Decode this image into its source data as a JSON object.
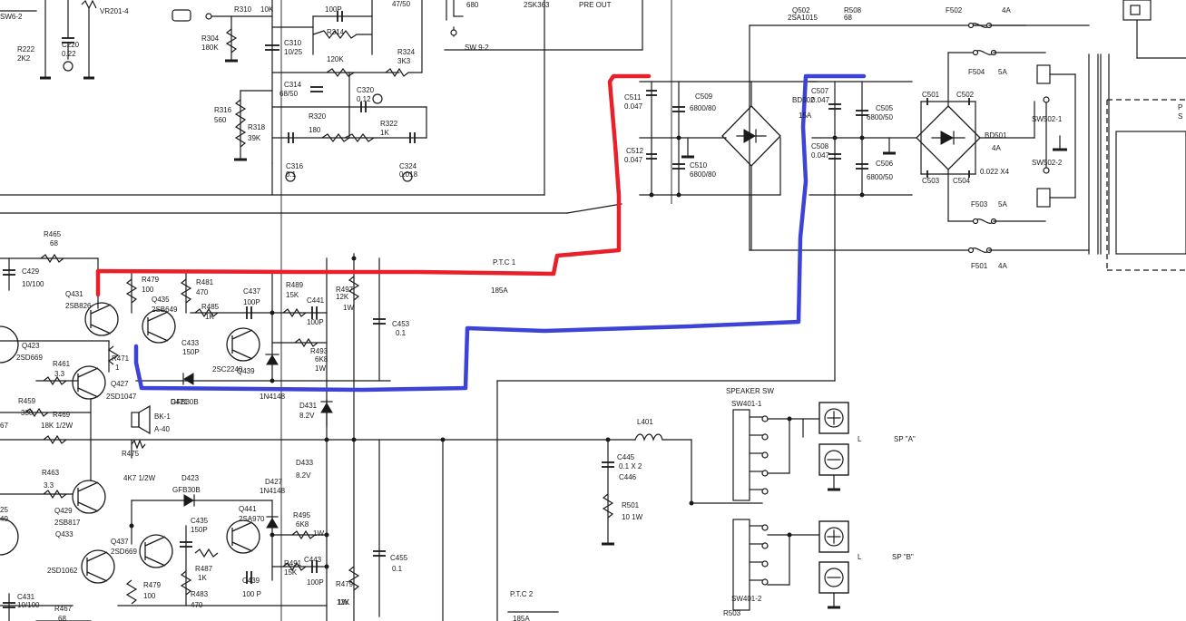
{
  "labels": {
    "top": [
      "SW6-2",
      "VR201-4",
      "R310",
      "10K",
      "100P",
      "47/50",
      "680",
      "2SK363",
      "PRE OUT",
      "Q502",
      "2SA1015",
      "R508",
      "68",
      "F502",
      "4A",
      "R222",
      "2K2",
      "C220",
      "0.22",
      "R304",
      "180K",
      "C310",
      "10/25",
      "R314",
      "120K",
      "R324",
      "3K3",
      "SW 9-2",
      "C314",
      "68/50",
      "C320",
      "0.12",
      "R316",
      "560",
      "R320",
      "180",
      "R322",
      "1K",
      "R318",
      "39K",
      "C316",
      "0.1",
      "C324",
      "0.018"
    ],
    "power": [
      "C511",
      "0.047",
      "C509",
      "6800/80",
      "C512",
      "0.047",
      "C510",
      "6800/80",
      "BD502",
      "15A",
      "C507",
      "0.047",
      "C505",
      "6800/50",
      "C508",
      "0.047",
      "C506",
      "6800/50",
      "C501",
      "C502",
      "C503",
      "C504",
      "BD501",
      "4A",
      "0.022 X4",
      "F504",
      "5A",
      "SW502-1",
      "SW502-2",
      "F503",
      "5A",
      "F501",
      "4A",
      "P",
      "S"
    ],
    "amp_upper": [
      "R465",
      "68",
      "C429",
      "10/100",
      "R479",
      "100",
      "R481",
      "470",
      "C437",
      "100P",
      "R489",
      "15K",
      "C441",
      "100P",
      "R497",
      "12K",
      "1W",
      "P.T.C 1",
      "185A",
      "Q431",
      "2SB826",
      "Q435",
      "2SB649",
      "R485",
      "1K",
      "C433",
      "150P",
      "Q439",
      "2SC2240",
      "R493",
      "6K8",
      "1W",
      "C453",
      "0.1",
      "Q423",
      "2SD669",
      "R461",
      "3.3",
      "R471",
      "1",
      "Q427",
      "2SD1047",
      "D421",
      "GFB30B",
      "1N4148",
      "D431",
      "8.2V",
      "R459",
      "330",
      "R469",
      "18K 1/2W",
      "BK-1",
      "A-40",
      "R475",
      "4K7 1/2W",
      "D433",
      "8.2V",
      "67"
    ],
    "amp_lower": [
      "R463",
      "3.3",
      "D423",
      "GFB30B",
      "D427",
      "1N4148",
      "Q429",
      "2SB817",
      "Q441",
      "2SA970",
      "C435",
      "150P",
      "R495",
      "6K8",
      "1W",
      "Q437",
      "2SD669",
      "Q433",
      "2SD1062",
      "R487",
      "1K",
      "C443",
      "100P",
      "C455",
      "0.1",
      "R491",
      "15K",
      "R479",
      "12K",
      "1W",
      "R479",
      "100",
      "R483",
      "470",
      "C439",
      "100 P",
      "C431",
      "10/100",
      "R467",
      "68",
      "P.T.C 2",
      "185A",
      "25",
      "49"
    ],
    "output": [
      "SPEAKER SW",
      "SW401-1",
      "L401",
      "C445",
      "0.1 X 2",
      "C446",
      "R501",
      "10  1W",
      "L",
      "SP \"A\"",
      "L",
      "SP \"B\"",
      "SW401-2",
      "R503"
    ]
  },
  "highlights": {
    "red_trace": {
      "color": "#e8202a"
    },
    "blue_trace": {
      "color": "#3c43d6"
    }
  },
  "colors": {
    "ink": "#1a1a1a",
    "paper": "#ffffff"
  }
}
